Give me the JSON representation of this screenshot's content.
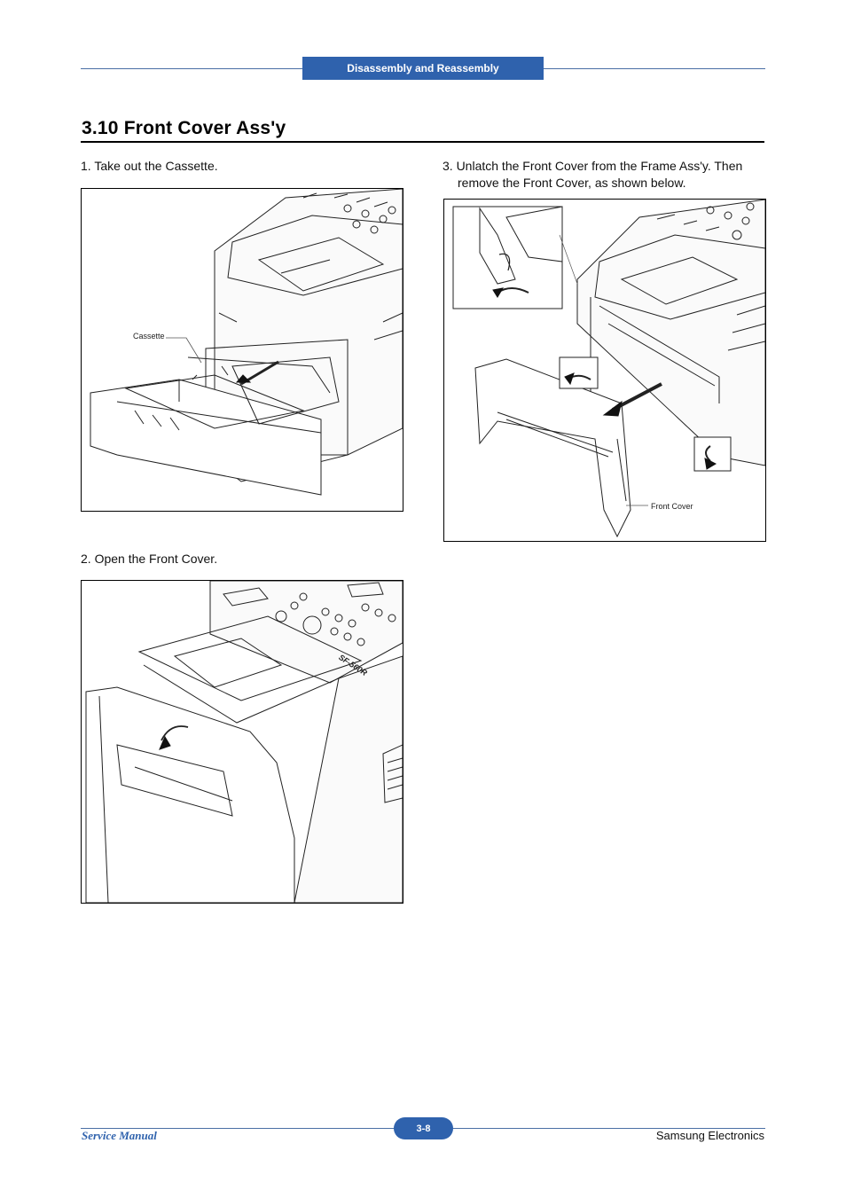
{
  "header": {
    "tab_label": "Disassembly and Reassembly"
  },
  "section": {
    "title": "3.10  Front Cover Ass'y"
  },
  "steps": [
    {
      "text": "1. Take out the Cassette."
    },
    {
      "text": "2. Open the Front Cover."
    },
    {
      "line1": "3. Unlatch the Front Cover from the Frame Ass'y. Then",
      "line2": "remove the Front Cover, as shown below."
    }
  ],
  "figures": {
    "cassette": {
      "callout": "Cassette"
    },
    "front_cover_open": {
      "model_label": "SF-560R"
    },
    "front_cover_remove": {
      "callout": "Front Cover"
    }
  },
  "footer": {
    "left": "Service Manual",
    "page": "3-8",
    "right": "Samsung Electronics"
  },
  "colors": {
    "accent": "#2f62ad",
    "rule": "#000000"
  }
}
